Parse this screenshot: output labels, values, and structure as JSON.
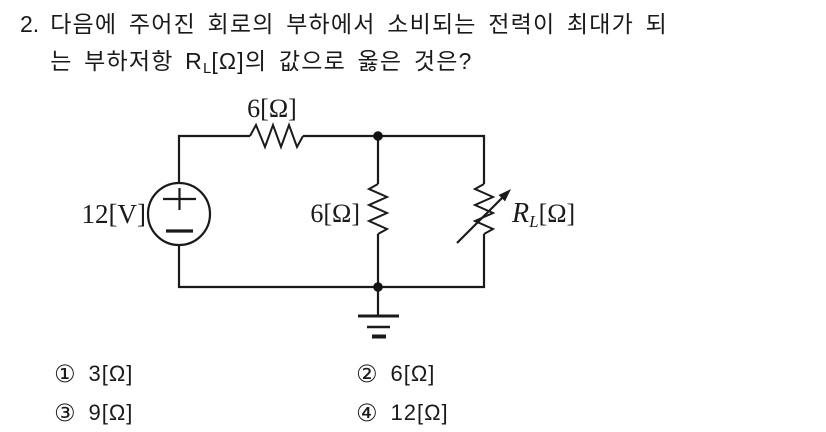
{
  "question": {
    "number": "2.",
    "line1": "다음에 주어진 회로의 부하에서 소비되는 전력이 최대가 되",
    "line2_prefix": "는 부하저항 R",
    "line2_sub": "L",
    "line2_suffix": "[Ω]의 값으로 옳은 것은?"
  },
  "circuit": {
    "source_label": "12[V]",
    "series_resistor_label": "6[Ω]",
    "shunt_resistor_label": "6[Ω]",
    "load": {
      "main": "R",
      "sub": "L",
      "unit": "[Ω]"
    }
  },
  "options": [
    {
      "marker": "①",
      "label": "3[Ω]"
    },
    {
      "marker": "②",
      "label": "6[Ω]"
    },
    {
      "marker": "③",
      "label": "9[Ω]"
    },
    {
      "marker": "④",
      "label": "12[Ω]"
    }
  ],
  "colors": {
    "ink": "#1a1a1a",
    "background": "#ffffff"
  }
}
